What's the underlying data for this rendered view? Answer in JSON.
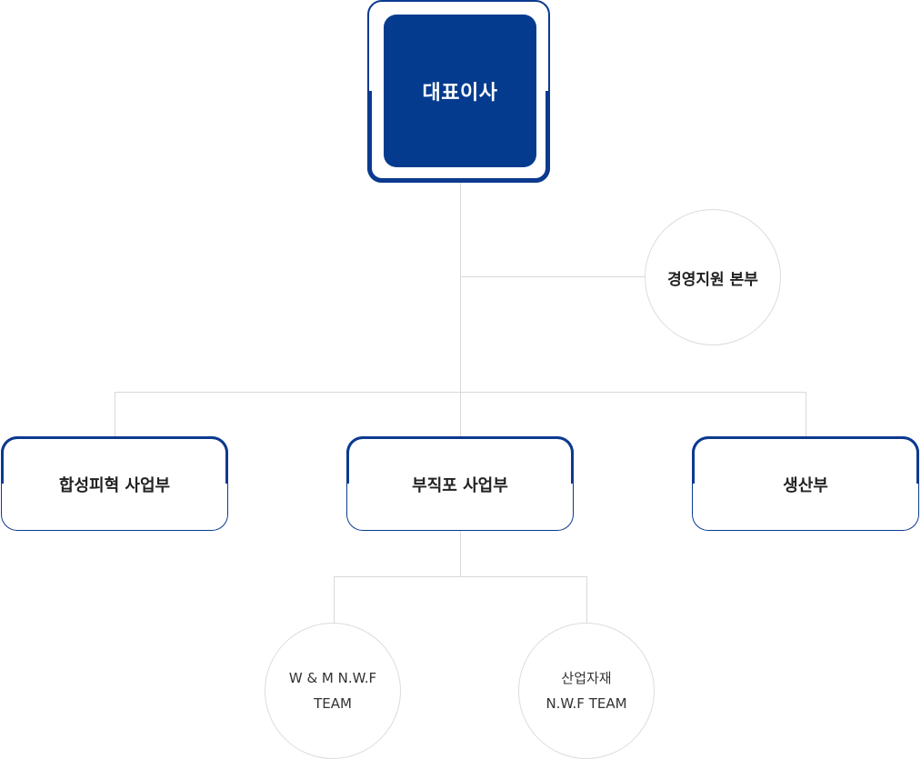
{
  "org_chart": {
    "ceo": {
      "label": "대표이사"
    },
    "support": {
      "label": "경영지원 본부"
    },
    "departments": [
      {
        "label": "합성피혁 사업부"
      },
      {
        "label": "부직포 사업부"
      },
      {
        "label": "생산부"
      }
    ],
    "teams": [
      {
        "line1": "W & M N.W.F",
        "line2": "TEAM"
      },
      {
        "line1": "산업자재",
        "line2": "N.W.F TEAM"
      }
    ]
  },
  "colors": {
    "primary_navy": "#043b8f",
    "border_navy": "#0b3a8f",
    "connector_gray": "#d9d9d9",
    "circle_border": "#dcdcdc"
  }
}
